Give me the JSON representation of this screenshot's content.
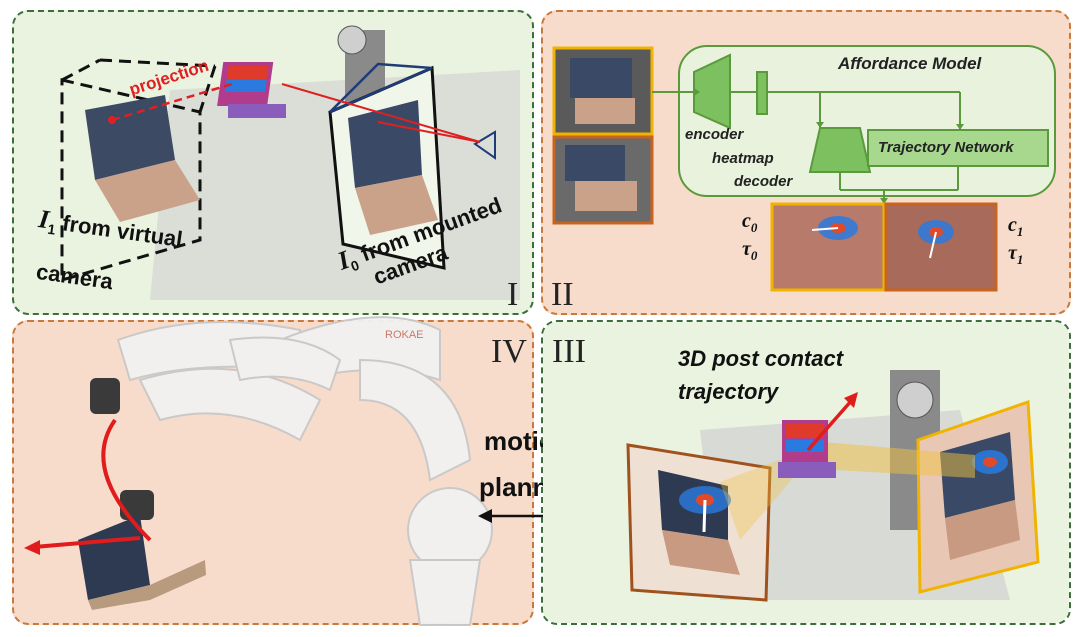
{
  "panel1": {
    "projection": "projection",
    "i1_sym": "I",
    "i1_sub": "1",
    "i1_text1": "from virtual",
    "i1_text2": "camera",
    "i0_sym": "I",
    "i0_sub": "0",
    "i0_text1": "from mounted",
    "i0_text2": "camera",
    "roman": "I"
  },
  "panel2": {
    "title": "Affordance Model",
    "encoder": "encoder",
    "heatmap_decoder_1": "heatmap",
    "heatmap_decoder_2": "decoder",
    "trajectory_network": "Trajectory Network",
    "c0": "c",
    "c0_sub": "0",
    "tau0": "τ",
    "tau0_sub": "0",
    "c1": "c",
    "c1_sub": "1",
    "tau1": "τ",
    "tau1_sub": "1",
    "roman": "II"
  },
  "panel3": {
    "title_line1": "3D post contact",
    "title_line2": "trajectory",
    "roman": "III"
  },
  "panel4": {
    "motion": "motion",
    "planning": "planning",
    "roman": "IV",
    "robot_brand": "ROKAE"
  }
}
